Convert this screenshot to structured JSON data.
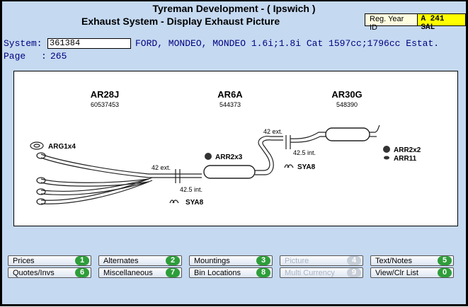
{
  "header": {
    "title": "Tyreman Development - ( Ipswich )",
    "subtitle": "Exhaust System - Display Exhaust Picture",
    "reg_label": "Reg. Year ID",
    "reg_value": "A 241 SAL"
  },
  "system": {
    "label": "System:",
    "value": "361384",
    "description": "FORD, MONDEO, MONDEO 1.6i;1.8i Cat 1597cc;1796cc Estat.",
    "page_label": "Page",
    "page_sep": ":",
    "page_value": "265"
  },
  "diagram": {
    "parts": [
      {
        "code": "AR28J",
        "number": "60537453"
      },
      {
        "code": "AR6A",
        "number": "544373"
      },
      {
        "code": "AR30G",
        "number": "548390"
      }
    ],
    "labels": {
      "arg": "ARG1x4",
      "arr2x3": "ARR2x3",
      "arr2x2": "ARR2x2",
      "arr11": "ARR11",
      "sya8_a": "SYA8",
      "sya8_b": "SYA8",
      "ext1": "42 ext.",
      "int1": "42.5 int.",
      "ext2": "42 ext.",
      "int2": "42.5 int."
    }
  },
  "buttons": [
    {
      "label": "Prices",
      "key": "1",
      "enabled": true
    },
    {
      "label": "Alternates",
      "key": "2",
      "enabled": true
    },
    {
      "label": "Mountings",
      "key": "3",
      "enabled": true
    },
    {
      "label": "Picture",
      "key": "4",
      "enabled": false
    },
    {
      "label": "Text/Notes",
      "key": "5",
      "enabled": true
    },
    {
      "label": "Quotes/Invs",
      "key": "6",
      "enabled": true
    },
    {
      "label": "Miscellaneous",
      "key": "7",
      "enabled": true
    },
    {
      "label": "Bin Locations",
      "key": "8",
      "enabled": true
    },
    {
      "label": "Multi Currency",
      "key": "9",
      "enabled": false
    },
    {
      "label": "View/Clr List",
      "key": "0",
      "enabled": true
    }
  ]
}
